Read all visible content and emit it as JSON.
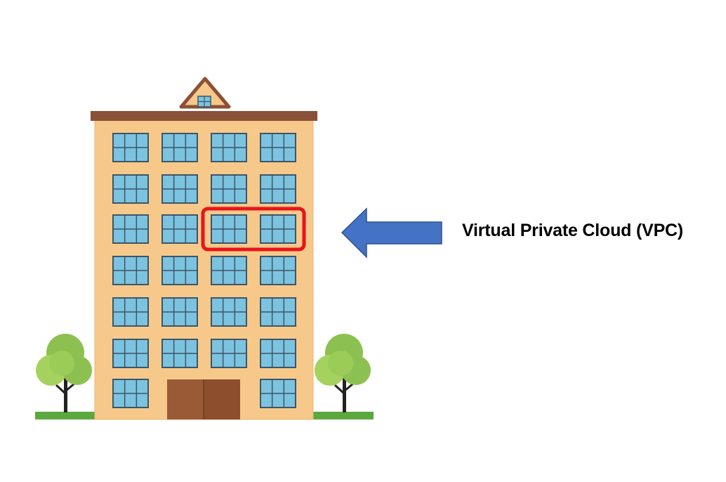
{
  "callout": {
    "label": "Virtual Private Cloud (VPC)"
  },
  "illustration": {
    "subject": "apartment-building",
    "floors": 7,
    "window_columns": 4,
    "highlighted_floor": 3,
    "highlighted_columns": [
      3,
      4
    ]
  },
  "colors": {
    "facade": "#f6c98a",
    "roof": "#8b5138",
    "window_glass": "#7cc3df",
    "window_frame": "#3d5568",
    "door": "#8c4e2d",
    "highlight": "#e8141a",
    "arrow_fill": "#4472c4",
    "arrow_stroke": "#2f528f",
    "foliage": "#8cc152",
    "grass": "#5aa83e",
    "trunk": "#222222"
  }
}
